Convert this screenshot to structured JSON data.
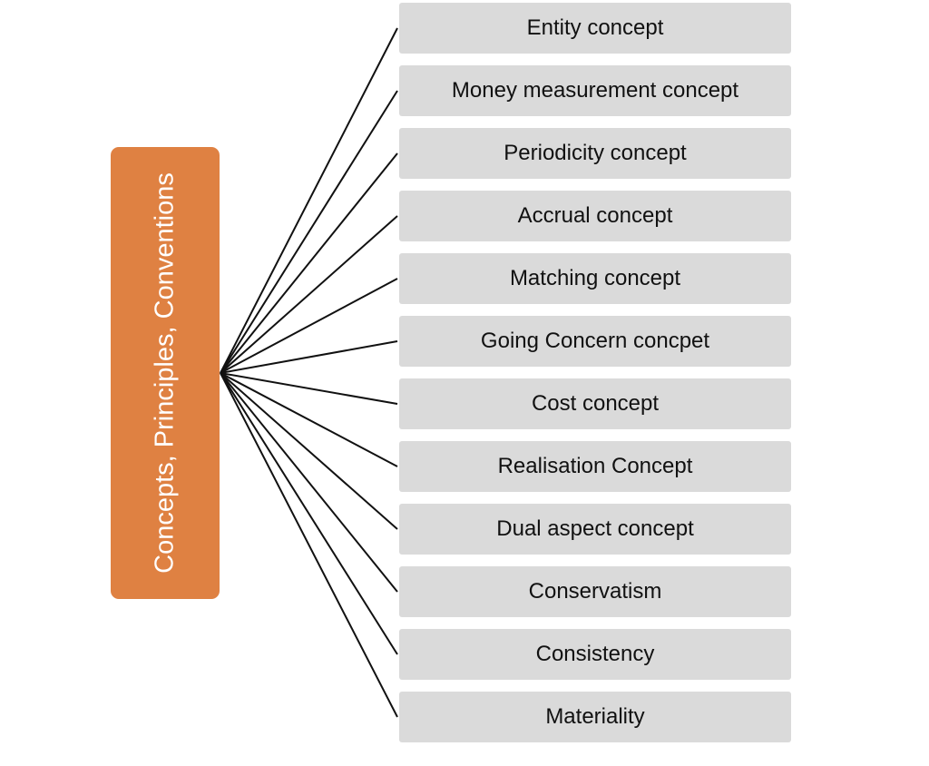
{
  "hub": {
    "label": "Concepts, Principles, Conventions",
    "color": "#df8142",
    "text_color": "#ffffff"
  },
  "items": [
    {
      "label": "Entity concept"
    },
    {
      "label": "Money measurement concept"
    },
    {
      "label": "Periodicity concept"
    },
    {
      "label": "Accrual concept"
    },
    {
      "label": "Matching concept"
    },
    {
      "label": "Going Concern concpet"
    },
    {
      "label": "Cost concept"
    },
    {
      "label": "Realisation Concept"
    },
    {
      "label": "Dual aspect concept"
    },
    {
      "label": "Conservatism"
    },
    {
      "label": "Consistency"
    },
    {
      "label": "Materiality"
    }
  ],
  "colors": {
    "item_background": "#dadada",
    "connector": "#111111"
  }
}
